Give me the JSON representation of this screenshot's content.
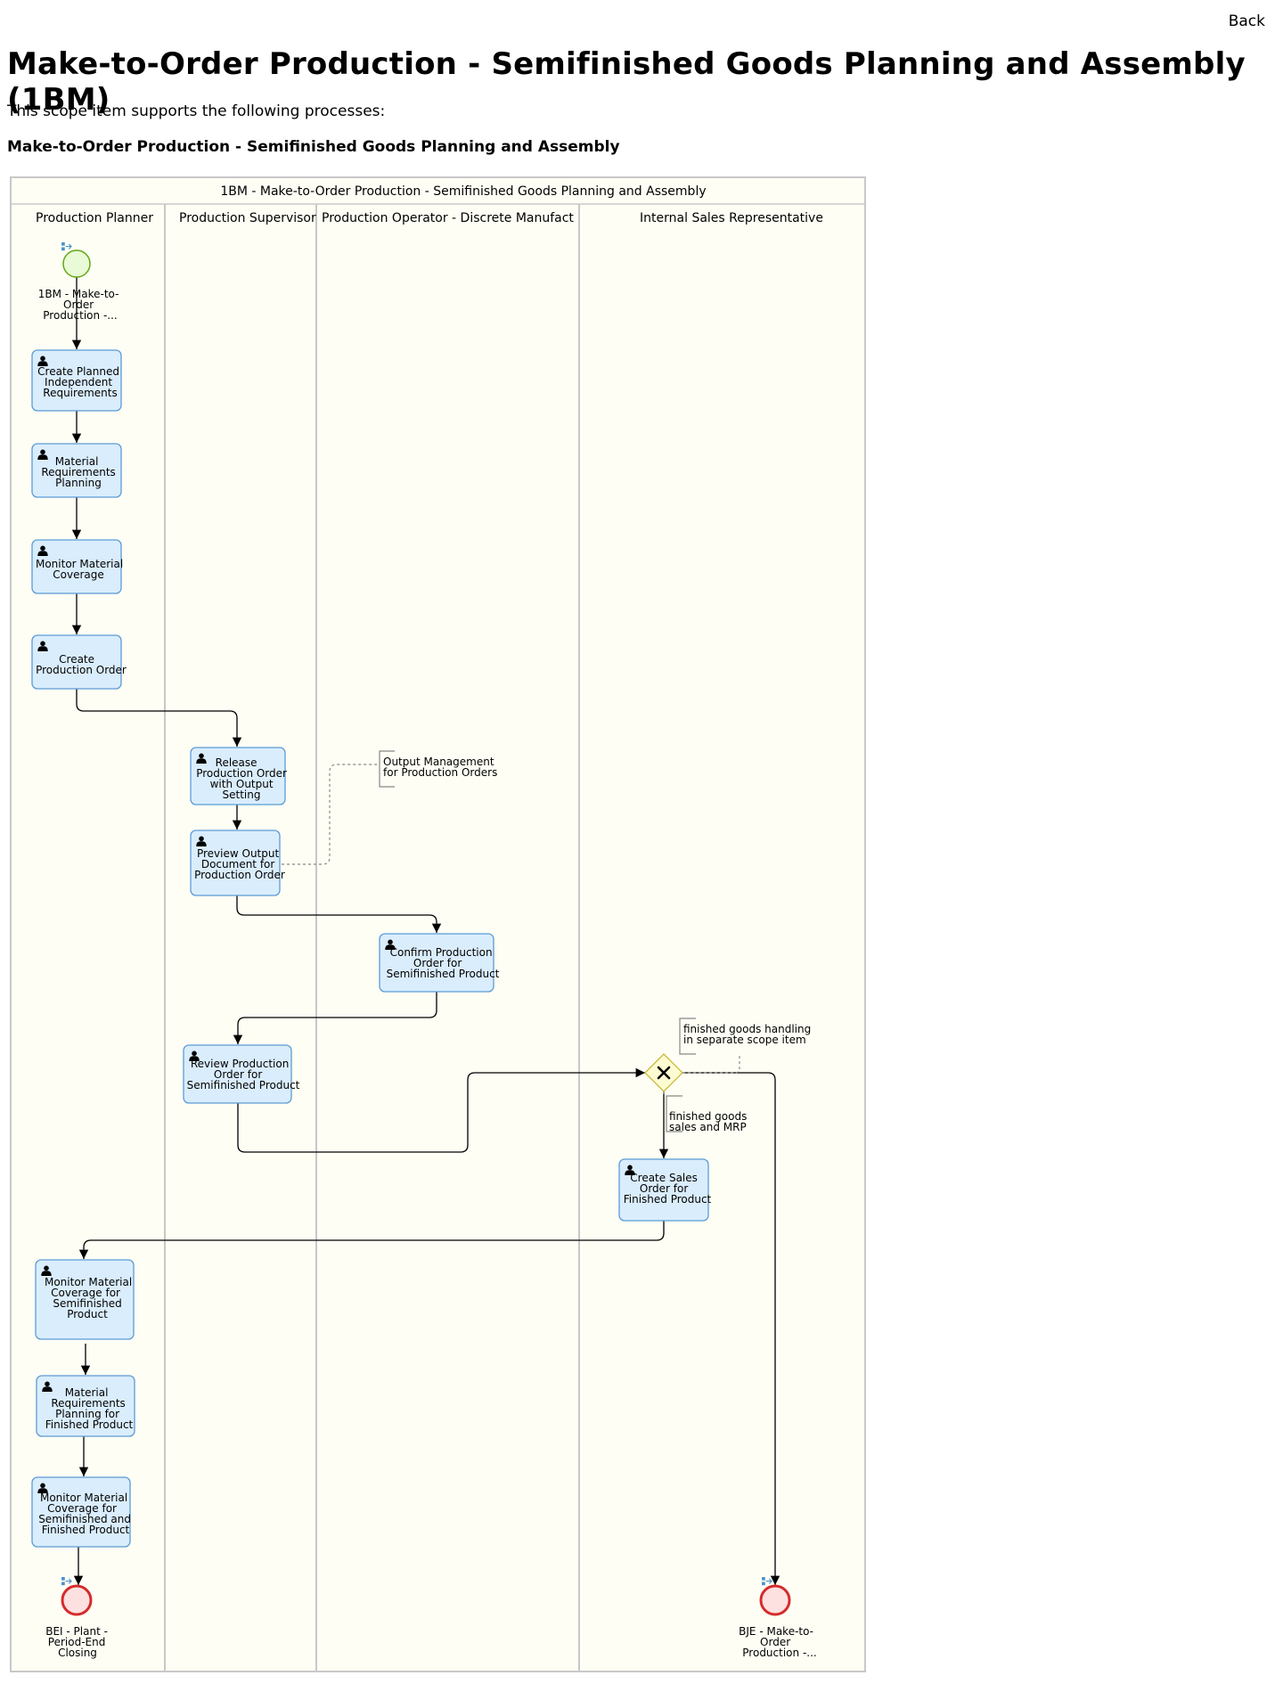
{
  "nav": {
    "back_label": "Back"
  },
  "page": {
    "title": "Make-to-Order Production - Semifinished Goods Planning and Assembly (1BM)",
    "intro": "This scope item supports the following processes:",
    "process_heading": "Make-to-Order Production - Semifinished Goods Planning and Assembly"
  },
  "diagram": {
    "pool_title": "1BM - Make-to-Order Production - Semifinished Goods Planning and Assembly",
    "lanes": [
      "Production Planner",
      "Production Supervisor",
      "Production Operator - Discrete Manufact",
      "Internal Sales Representative"
    ],
    "start_event": [
      "1BM - Make-to-",
      "Order",
      "Production -..."
    ],
    "tasks": {
      "create_pir": [
        "Create Planned",
        "Independent",
        "Requirements"
      ],
      "mrp": [
        "Material",
        "Requirements",
        "Planning"
      ],
      "monitor_coverage": [
        "Monitor Material",
        "Coverage"
      ],
      "create_prod_order": [
        "Create",
        "Production Order"
      ],
      "release_order": [
        "Release",
        "Production Order",
        "with Output",
        "Setting"
      ],
      "preview_output": [
        "Preview Output",
        "Document for",
        "Production Order"
      ],
      "confirm_order": [
        "Confirm Production",
        "Order for",
        "Semifinished Product"
      ],
      "review_order": [
        "Review Production",
        "Order for",
        "Semifinished Product"
      ],
      "create_sales_order": [
        "Create Sales",
        "Order for",
        "Finished Product"
      ],
      "monitor_semifinished": [
        "Monitor Material",
        "Coverage for",
        "Semifinished",
        "Product"
      ],
      "mrp_finished": [
        "Material",
        "Requirements",
        "Planning for",
        "Finished Product"
      ],
      "monitor_both": [
        "Monitor Material",
        "Coverage for",
        "Semifinished and",
        "Finished Product"
      ]
    },
    "annotations": {
      "output_mgmt": [
        "Output Management",
        "for Production Orders"
      ],
      "separate_scope": [
        "finished goods handling",
        "in separate scope item"
      ],
      "sales_mrp": [
        "finished goods",
        "sales and MRP"
      ]
    },
    "end_events": {
      "bei": [
        "BEI - Plant -",
        "Period-End",
        "Closing"
      ],
      "bje": [
        "BJE - Make-to-",
        "Order",
        "Production -..."
      ]
    },
    "colors": {
      "pool_fill": "#fefef5",
      "pool_border": "#c8c8c8",
      "task_fill": "#daedfd",
      "task_border": "#5b9bd5",
      "start_fill": "#e8fbd6",
      "start_border": "#62a716",
      "end_fill": "#fde1e1",
      "end_border": "#d52b2b",
      "gateway_fill": "#fdfbd1",
      "gateway_border": "#c8b93a"
    }
  }
}
